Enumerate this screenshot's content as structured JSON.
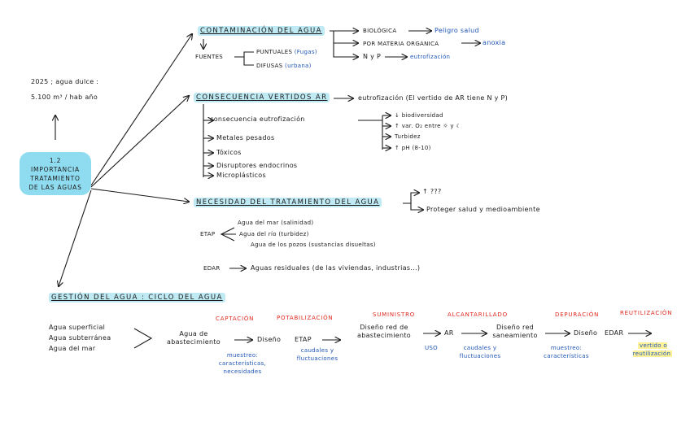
{
  "center": {
    "line1": "1.2",
    "line2": "IMPORTANCIA",
    "line3": "TRATAMIENTO",
    "line4": "DE LAS AGUAS"
  },
  "fact": {
    "line1": "2025 ; agua dulce :",
    "line2": "5.100 m³ / hab año"
  },
  "contaminacion": {
    "title": "CONTAMINACIÓN DEL AGUA",
    "fuentes": "FUENTES",
    "puntuales": "PUNTUALES",
    "puntuales_note": "(Fugas)",
    "difusas": "DIFUSAS",
    "difusas_note": "(urbana)",
    "biologica": "BIOLÓGICA",
    "biologica_effect": "Peligro salud",
    "materia": "POR MATERIA ORGANICA",
    "materia_effect": "anoxia",
    "nyp": "N y P",
    "nyp_effect": "eutrofización"
  },
  "consecuencia": {
    "title": "CONSECUENCIA VERTIDOS AR",
    "eutro": "eutrofización (El vertido de AR tiene N y P)",
    "eutro_consequence": "consecuencia eutrofización",
    "effects": [
      "↓ biodiversidad",
      "↑ var. O₂ entre ☼ y ☾",
      "Turbidez",
      "↑ pH (8-10)"
    ],
    "items": [
      "Metales pesados",
      "Tóxicos",
      "Disruptores endocrinos",
      "Microplásticos"
    ]
  },
  "necesidad": {
    "title": "NECESIDAD DEL TRATAMIENTO DEL AGUA",
    "arrow1": "↑ ???",
    "arrow2": "Proteger salud y medioambiente",
    "etap": "ETAP",
    "etap_items": [
      "Agua del mar (salinidad)",
      "Agua del río (turbidez)",
      "Agua de los pozos (sustancias disueltas)"
    ],
    "edar": "EDAR",
    "edar_text": "Aguas residuales (de las viviendas, industrias...)"
  },
  "gestion": {
    "title": "GESTIÓN DEL AGUA : CICLO DEL AGUA",
    "sources": [
      "Agua superficial",
      "Agua subterránea",
      "Agua del mar"
    ],
    "stage_labels": [
      "CAPTACIÓN",
      "POTABILIZACIÓN",
      "SUMINISTRO",
      "ALCANTARILLADO",
      "DEPURACIÓN",
      "REUTILIZACIÓN"
    ],
    "abastecimiento": "Agua de abastecimiento",
    "diseno1": "Diseño",
    "etap": "ETAP",
    "diseno_red_abast": "Diseño red de abastecimiento",
    "ar": "AR",
    "diseno_red_san": "Diseño red saneamiento",
    "diseno2": "Diseño",
    "edar": "EDAR",
    "note_muestreo1": "muestreo: características, necesidades",
    "note_caudales1": "caudales y fluctuaciones",
    "note_uso": "USO",
    "note_caudales2": "caudales y fluctuaciones",
    "note_muestreo2": "muestreo: características",
    "note_vertido": "vertido o reutilización"
  }
}
